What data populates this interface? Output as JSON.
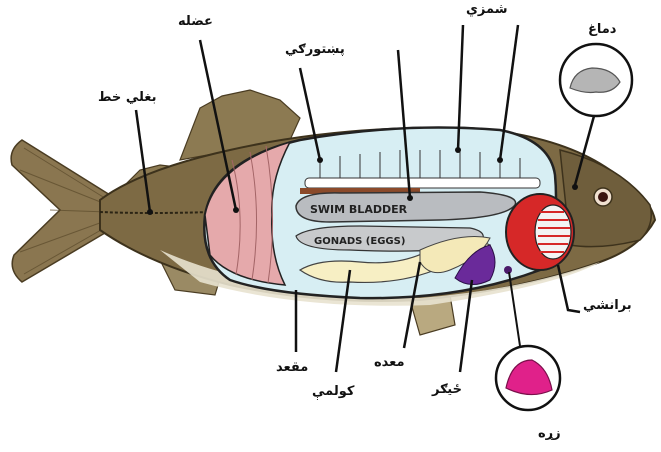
{
  "labels": {
    "muscle": "عضله",
    "lateral_line": "بغلي خط",
    "fin_rays": "پښتورګي",
    "spine": "شمزي",
    "brain": "دماغ",
    "gills": "برانشي",
    "anus": "مقعد",
    "intestine": "کولمې",
    "stomach": "معده",
    "liver": "ځیګر",
    "heart": "زړه"
  },
  "inner_labels": {
    "swim_bladder": "SWIM BLADDER",
    "gonads": "GONADS (EGGS)"
  },
  "colors": {
    "body": "#7d6a44",
    "belly": "#e8e2cf",
    "cavity": "#d7eef3",
    "muscle": "#e5a9ab",
    "gill": "#d62828",
    "liver": "#6a2a9a",
    "intestine": "#f7efc4",
    "swim_bladder": "#b9bcc0"
  }
}
